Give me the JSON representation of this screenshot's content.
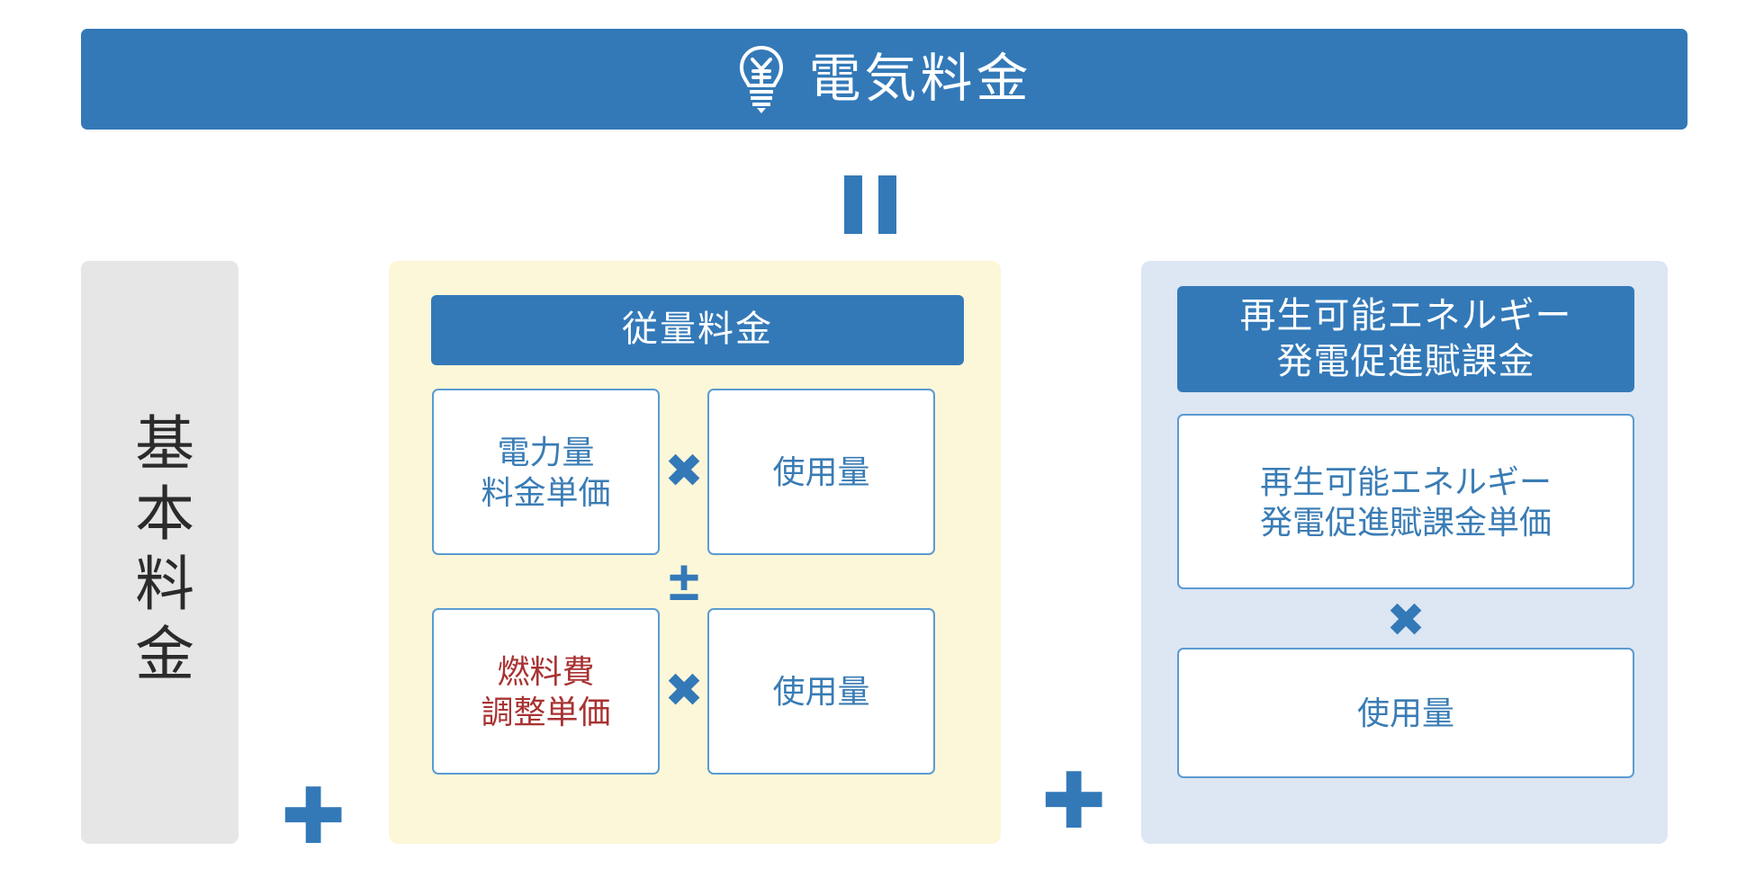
{
  "header": {
    "title": "電気料金",
    "icon": "lightbulb-yen-icon",
    "background_color": "#3379b8",
    "text_color": "#ffffff"
  },
  "equation": {
    "equals_symbol": "=",
    "plus_symbol": "✚",
    "times_symbol": "✖",
    "plus_minus_symbol": "±"
  },
  "panels": {
    "basic": {
      "label": "基本料金",
      "background_color": "#e6e6e6",
      "text_color": "#2b2b2b"
    },
    "metered": {
      "header": "従量料金",
      "background_color": "#fcf7d8",
      "header_color": "#3379b8",
      "cells": [
        {
          "label": "電力量\n料金単価",
          "color": "#3a7cb5"
        },
        {
          "label": "使用量",
          "color": "#3a7cb5"
        },
        {
          "label": "燃料費\n調整単価",
          "color": "#a83232"
        },
        {
          "label": "使用量",
          "color": "#3a7cb5"
        }
      ],
      "operators": {
        "row1": "✖",
        "between_rows": "±",
        "row2": "✖"
      }
    },
    "renewable": {
      "header": "再生可能エネルギー\n発電促進賦課金",
      "background_color": "#dde6f3",
      "header_color": "#3379b8",
      "cells": [
        {
          "label": "再生可能エネルギー\n発電促進賦課金単価",
          "color": "#3a7cb5"
        },
        {
          "label": "使用量",
          "color": "#3a7cb5"
        }
      ],
      "operator": "✖"
    }
  },
  "operators_between_panels": {
    "basic_to_metered": "✚",
    "metered_to_renewable": "✚"
  }
}
